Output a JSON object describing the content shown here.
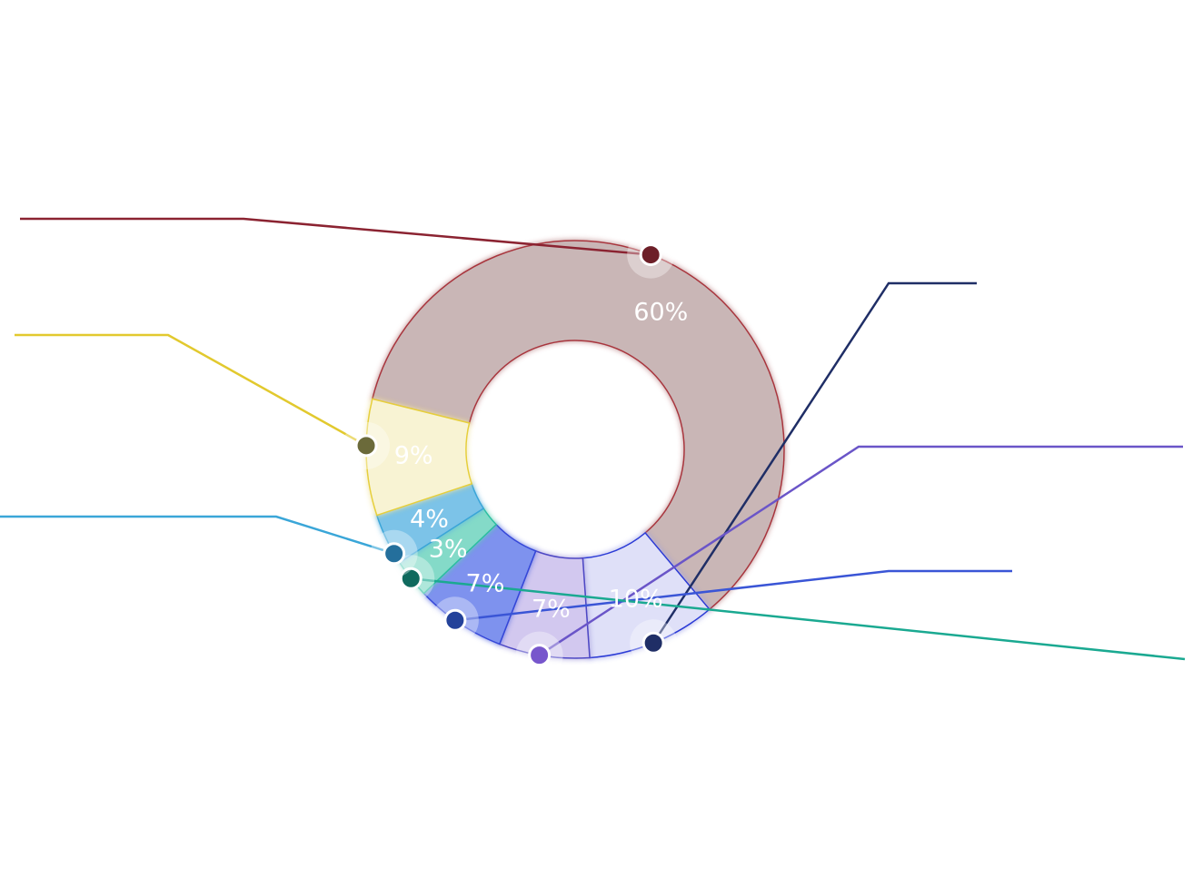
{
  "chart_data": {
    "type": "pie",
    "variant": "donut",
    "title": "",
    "legend": "none",
    "slices": [
      {
        "label": "60%",
        "value": 60,
        "fill": "#c9b6b6",
        "stroke": "#a9343d",
        "leader": "#8b2331",
        "dot": "#6d1f28"
      },
      {
        "label": "10%",
        "value": 10,
        "fill": "#dfe0f8",
        "stroke": "#2b3bd6",
        "leader": "#1f2e66",
        "dot": "#1f2e66"
      },
      {
        "label": "7%",
        "value": 7,
        "fill": "#d2c8ef",
        "stroke": "#4d46c4",
        "leader": "#6a55c8",
        "dot": "#7756cc"
      },
      {
        "label": "7%",
        "value": 7,
        "fill": "#7e92ee",
        "stroke": "#3446d8",
        "leader": "#3a55d6",
        "dot": "#24429a"
      },
      {
        "label": "3%",
        "value": 3,
        "fill": "#84dac8",
        "stroke": "#2bbfa0",
        "leader": "#1aa991",
        "dot": "#106a5e"
      },
      {
        "label": "4%",
        "value": 4,
        "fill": "#7cc3e8",
        "stroke": "#3aa5d8",
        "leader": "#3aa6d8",
        "dot": "#246f9c"
      },
      {
        "label": "9%",
        "value": 9,
        "fill": "#f8f3d3",
        "stroke": "#e6cf3a",
        "leader": "#e2c92e",
        "dot": "#6b6a3a"
      }
    ]
  }
}
